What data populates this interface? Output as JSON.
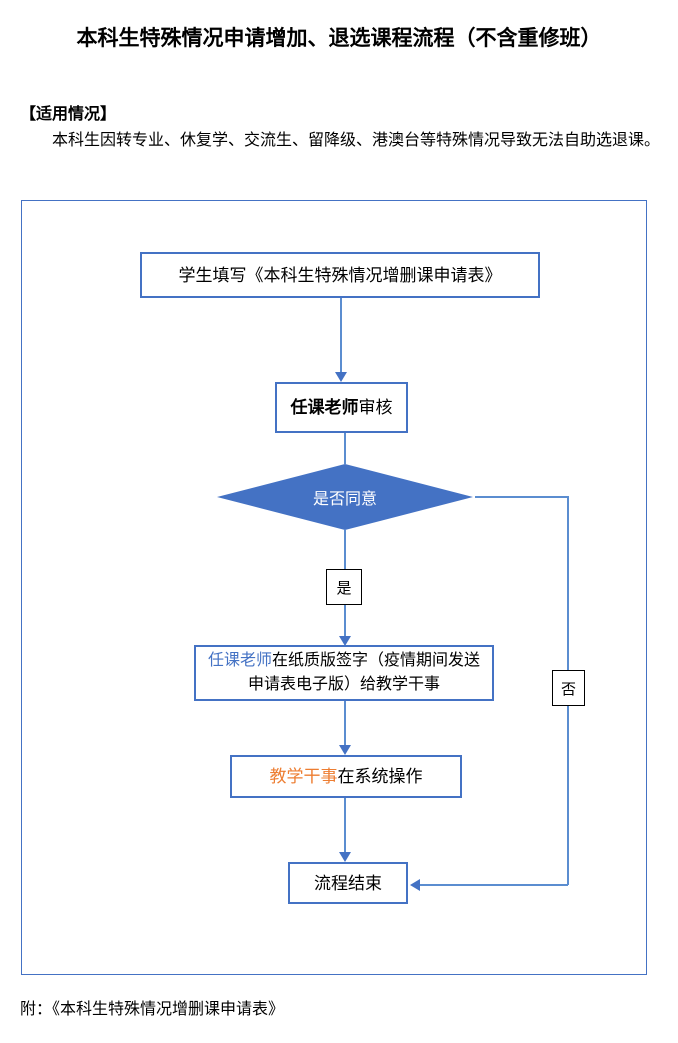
{
  "document": {
    "title": "本科生特殊情况申请增加、退选课程流程（不含重修班）",
    "section_heading": "【适用情况】",
    "intro_text": "本科生因转专业、休复学、交流生、留降级、港澳台等特殊情况导致无法自助选退课。",
    "footer_note": "附：《本科生特殊情况增删课申请表》"
  },
  "colors": {
    "accent_blue": "#4472C4",
    "connector_blue": "#5B8DD0",
    "accent_orange": "#ED7D31",
    "diamond_fill": "#4472C4",
    "diamond_text": "#FFFFFF",
    "label_border": "#000000"
  },
  "flowchart": {
    "nodes": {
      "start": {
        "text": "学生填写《本科生特殊情况增删课申请表》"
      },
      "review": {
        "text_bold": "任课老师",
        "text_rest": "审核"
      },
      "decision": {
        "text": "是否同意"
      },
      "sign": {
        "text_blue": "任课老师",
        "text_rest": "在纸质版签字（疫情期间发送申请表电子版）给教学干事"
      },
      "system": {
        "text_orange": "教学干事",
        "text_rest": "在系统操作"
      },
      "end": {
        "text": "流程结束"
      }
    },
    "branch_labels": {
      "yes": "是",
      "no": "否"
    }
  }
}
